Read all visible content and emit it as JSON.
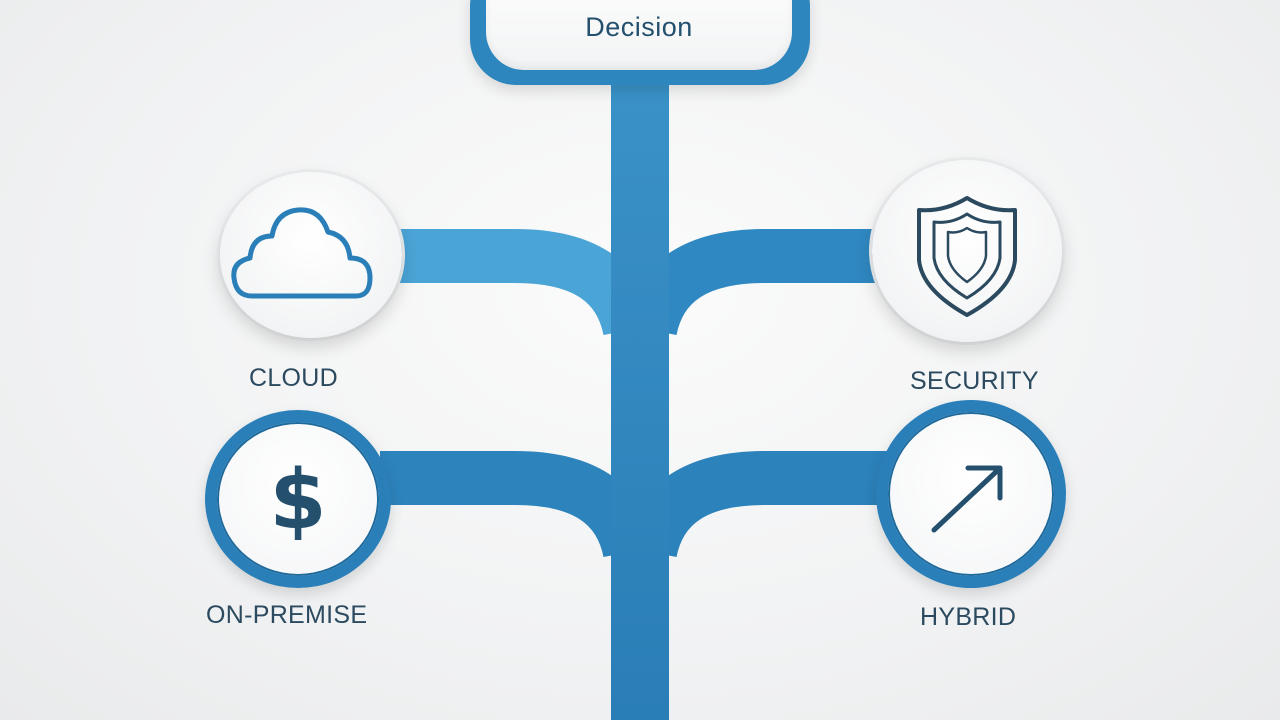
{
  "diagram": {
    "root": {
      "label": "Decision"
    },
    "branches": [
      {
        "id": "cloud",
        "label": "CLOUD",
        "icon": "cloud-icon",
        "side": "left"
      },
      {
        "id": "security",
        "label": "SECURITY",
        "icon": "shield-icon",
        "side": "right"
      },
      {
        "id": "on-premise",
        "label": "ON-PREMISE",
        "icon": "dollar-icon",
        "side": "left"
      },
      {
        "id": "hybrid",
        "label": "HYBRID",
        "icon": "arrow-up-right-icon",
        "side": "right"
      }
    ],
    "colors": {
      "connector": "#2e86bf",
      "connector_light": "#56aedb",
      "ring": "#2a7fb8",
      "icon_stroke": "#23597f",
      "label_text": "#2b4a5f"
    }
  }
}
